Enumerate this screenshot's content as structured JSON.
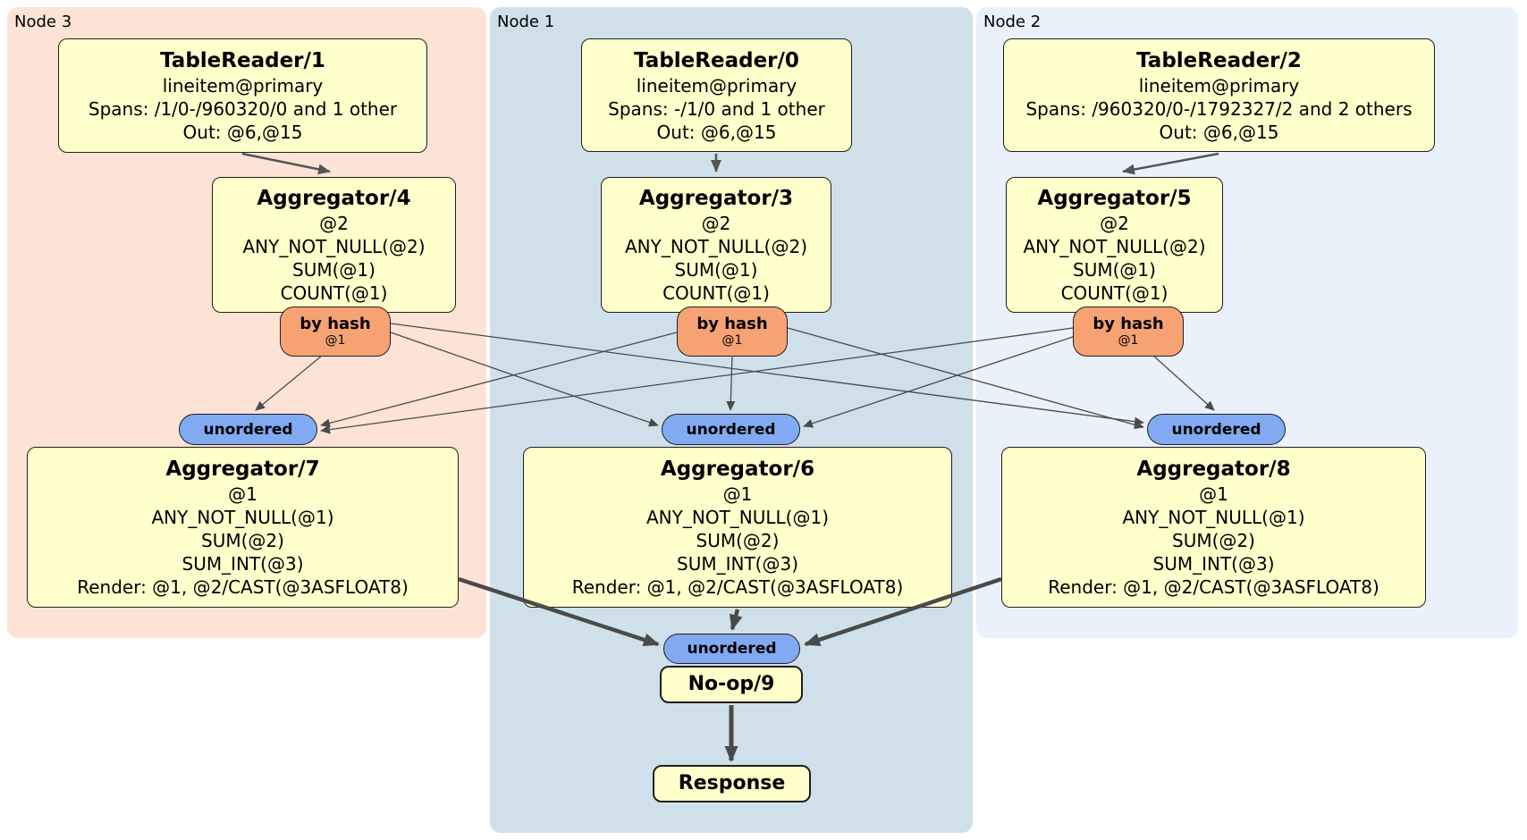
{
  "regions": {
    "node3": {
      "label": "Node 3"
    },
    "node1": {
      "label": "Node 1"
    },
    "node2": {
      "label": "Node 2"
    }
  },
  "processors": {
    "tr1": {
      "title": "TableReader/1",
      "lines": [
        "lineitem@primary",
        "Spans: /1/0-/960320/0 and 1 other",
        "Out: @6,@15"
      ]
    },
    "tr0": {
      "title": "TableReader/0",
      "lines": [
        "lineitem@primary",
        "Spans: -/1/0 and 1 other",
        "Out: @6,@15"
      ]
    },
    "tr2": {
      "title": "TableReader/2",
      "lines": [
        "lineitem@primary",
        "Spans: /960320/0-/1792327/2 and 2 others",
        "Out: @6,@15"
      ]
    },
    "agg4": {
      "title": "Aggregator/4",
      "lines": [
        "@2",
        "ANY_NOT_NULL(@2)",
        "SUM(@1)",
        "COUNT(@1)"
      ]
    },
    "agg3": {
      "title": "Aggregator/3",
      "lines": [
        "@2",
        "ANY_NOT_NULL(@2)",
        "SUM(@1)",
        "COUNT(@1)"
      ]
    },
    "agg5": {
      "title": "Aggregator/5",
      "lines": [
        "@2",
        "ANY_NOT_NULL(@2)",
        "SUM(@1)",
        "COUNT(@1)"
      ]
    },
    "agg7": {
      "title": "Aggregator/7",
      "lines": [
        "@1",
        "ANY_NOT_NULL(@1)",
        "SUM(@2)",
        "SUM_INT(@3)",
        "Render: @1, @2/CAST(@3ASFLOAT8)"
      ]
    },
    "agg6": {
      "title": "Aggregator/6",
      "lines": [
        "@1",
        "ANY_NOT_NULL(@1)",
        "SUM(@2)",
        "SUM_INT(@3)",
        "Render: @1, @2/CAST(@3ASFLOAT8)"
      ]
    },
    "agg8": {
      "title": "Aggregator/8",
      "lines": [
        "@1",
        "ANY_NOT_NULL(@1)",
        "SUM(@2)",
        "SUM_INT(@3)",
        "Render: @1, @2/CAST(@3ASFLOAT8)"
      ]
    },
    "noop": {
      "title": "No-op/9"
    },
    "response": {
      "title": "Response"
    }
  },
  "routers": {
    "r4": {
      "label": "by hash",
      "key": "@1"
    },
    "r3": {
      "label": "by hash",
      "key": "@1"
    },
    "r5": {
      "label": "by hash",
      "key": "@1"
    }
  },
  "syncs": {
    "s7": {
      "label": "unordered"
    },
    "s6": {
      "label": "unordered"
    },
    "s8": {
      "label": "unordered"
    },
    "s9": {
      "label": "unordered"
    }
  },
  "edges": [
    {
      "from": "TableReader/1",
      "to": "Aggregator/4",
      "kind": "direct"
    },
    {
      "from": "TableReader/0",
      "to": "Aggregator/3",
      "kind": "direct"
    },
    {
      "from": "TableReader/2",
      "to": "Aggregator/5",
      "kind": "direct"
    },
    {
      "from": "Aggregator/4 by hash @1",
      "to": "unordered -> Aggregator/7",
      "kind": "hash-stream"
    },
    {
      "from": "Aggregator/4 by hash @1",
      "to": "unordered -> Aggregator/6",
      "kind": "hash-stream"
    },
    {
      "from": "Aggregator/4 by hash @1",
      "to": "unordered -> Aggregator/8",
      "kind": "hash-stream"
    },
    {
      "from": "Aggregator/3 by hash @1",
      "to": "unordered -> Aggregator/7",
      "kind": "hash-stream"
    },
    {
      "from": "Aggregator/3 by hash @1",
      "to": "unordered -> Aggregator/6",
      "kind": "hash-stream"
    },
    {
      "from": "Aggregator/3 by hash @1",
      "to": "unordered -> Aggregator/8",
      "kind": "hash-stream"
    },
    {
      "from": "Aggregator/5 by hash @1",
      "to": "unordered -> Aggregator/7",
      "kind": "hash-stream"
    },
    {
      "from": "Aggregator/5 by hash @1",
      "to": "unordered -> Aggregator/6",
      "kind": "hash-stream"
    },
    {
      "from": "Aggregator/5 by hash @1",
      "to": "unordered -> Aggregator/8",
      "kind": "hash-stream"
    },
    {
      "from": "Aggregator/7",
      "to": "unordered -> No-op/9",
      "kind": "merge"
    },
    {
      "from": "Aggregator/6",
      "to": "unordered -> No-op/9",
      "kind": "merge"
    },
    {
      "from": "Aggregator/8",
      "to": "unordered -> No-op/9",
      "kind": "merge"
    },
    {
      "from": "No-op/9",
      "to": "Response",
      "kind": "direct"
    }
  ],
  "colors": {
    "node3_bg": "#fce3d6",
    "node1_bg": "#cfe0ea",
    "node2_bg": "#eaf1fb",
    "processor_fill": "#ffffcc",
    "router_fill": "#f7a273",
    "sync_fill": "#82aaf2",
    "border": "#1f1f1f",
    "edge": "#4a4a4a"
  }
}
